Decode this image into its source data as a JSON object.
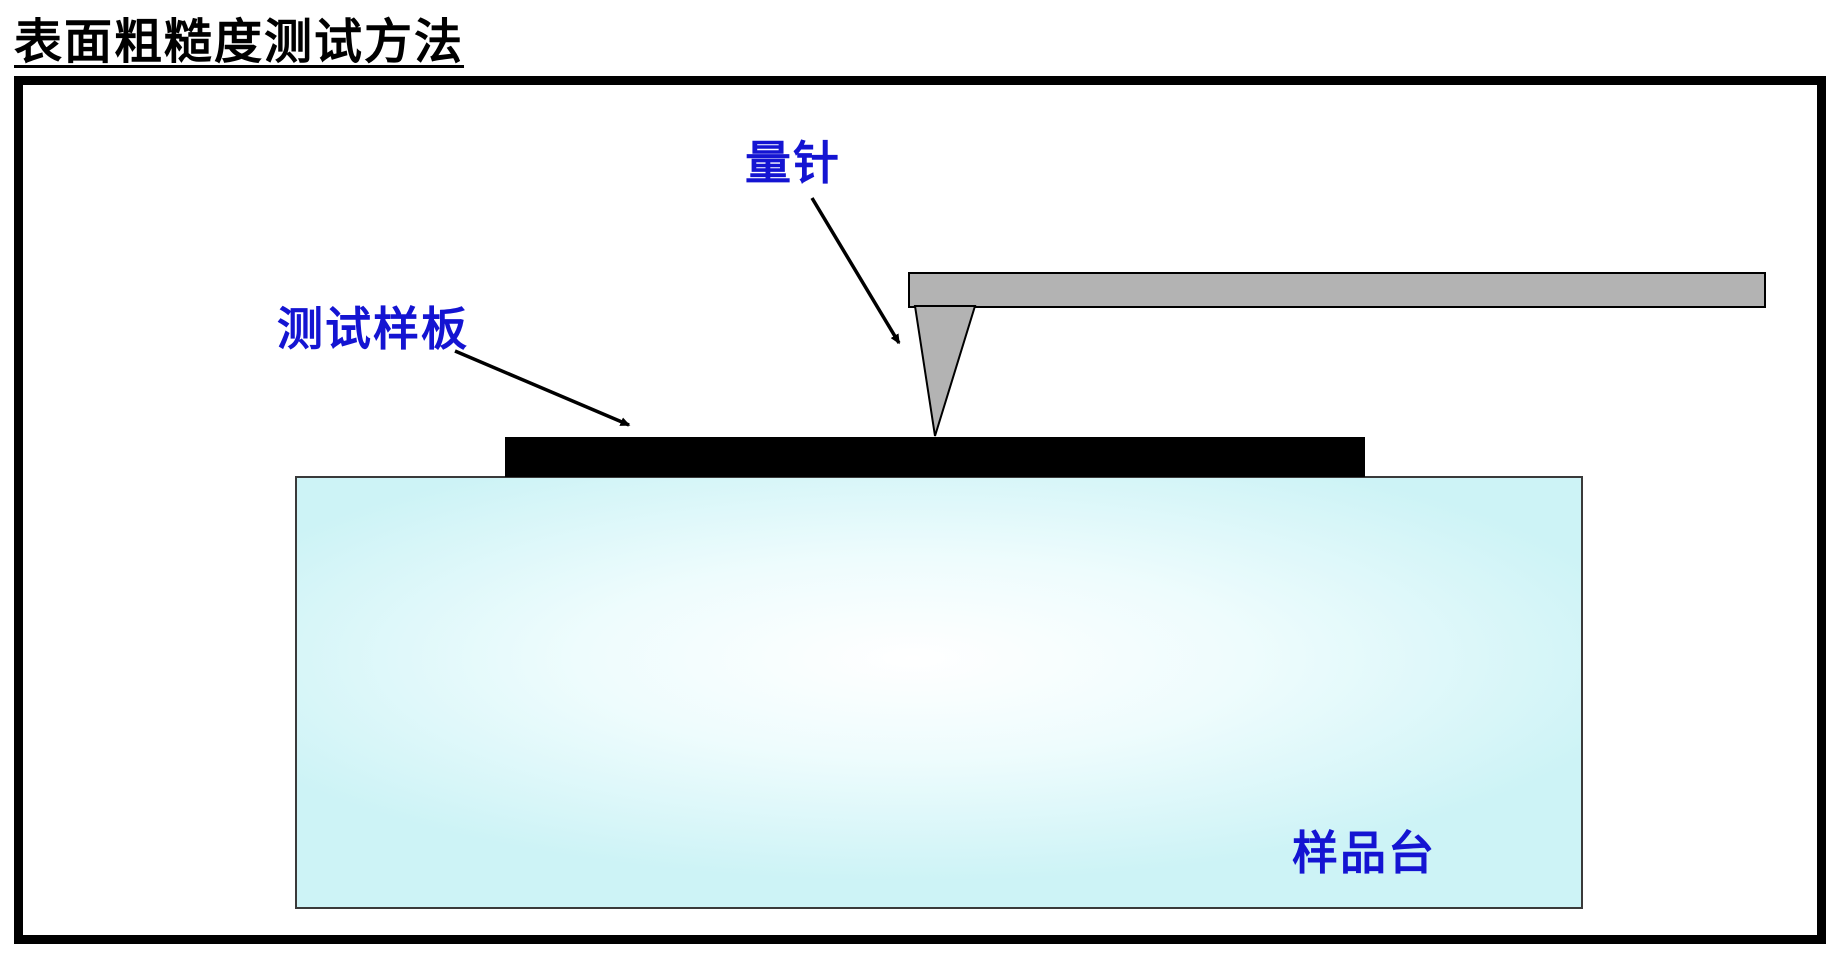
{
  "title": "表面粗糙度测试方法",
  "diagram": {
    "labels": {
      "stylus": "量针",
      "test_sample": "测试样板",
      "sample_stage": "样品台"
    }
  },
  "colors": {
    "label-blue": "#1414d2",
    "arm-gray": "#b3b3b3",
    "stage-cyan": "#cdf3f6",
    "bar-black": "#000000"
  }
}
